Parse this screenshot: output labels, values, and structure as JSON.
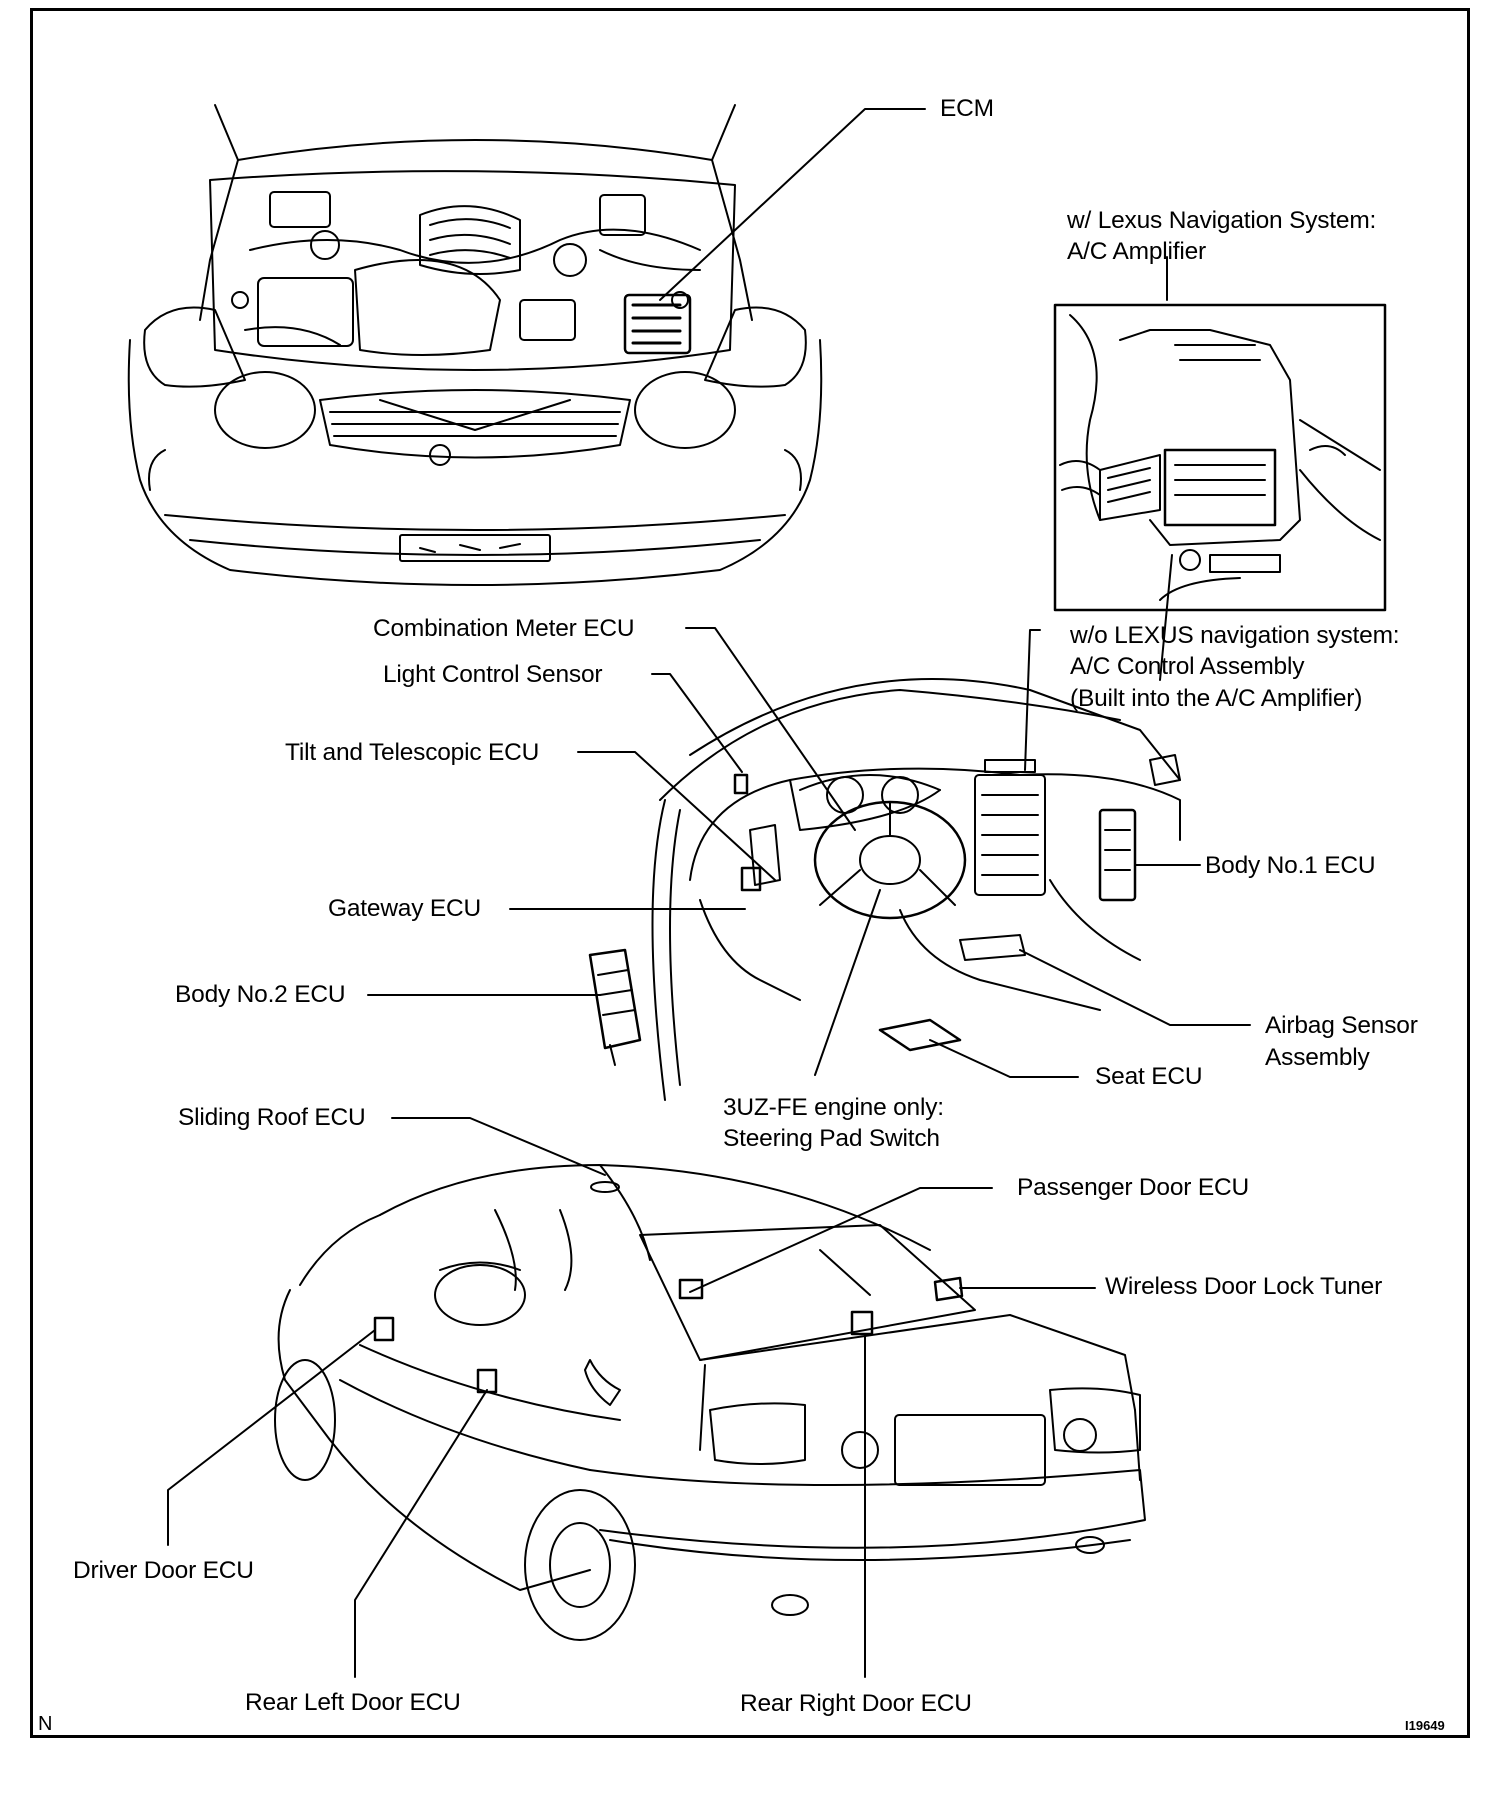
{
  "labels": {
    "ecm": "ECM",
    "nav_line1": "w/ Lexus Navigation System:",
    "nav_line2": "A/C Amplifier",
    "combination_meter": "Combination Meter ECU",
    "light_control": "Light Control Sensor",
    "tilt_telescopic": "Tilt and Telescopic ECU",
    "wo_nav_line1": "w/o LEXUS navigation system:",
    "wo_nav_line2": "A/C Control Assembly",
    "wo_nav_line3": "(Built into the A/C Amplifier)",
    "body_no1": "Body No.1 ECU",
    "gateway": "Gateway ECU",
    "body_no2": "Body No.2 ECU",
    "airbag_line1": "Airbag Sensor",
    "airbag_line2": "Assembly",
    "seat": "Seat ECU",
    "steering_line1": "3UZ-FE engine only:",
    "steering_line2": "Steering Pad Switch",
    "sliding_roof": "Sliding Roof ECU",
    "passenger_door": "Passenger Door ECU",
    "wireless_lock": "Wireless Door Lock Tuner",
    "driver_door": "Driver Door ECU",
    "rear_left_door": "Rear Left Door ECU",
    "rear_right_door": "Rear Right Door ECU"
  },
  "corner_mark": "N",
  "figure_id": "I19649"
}
